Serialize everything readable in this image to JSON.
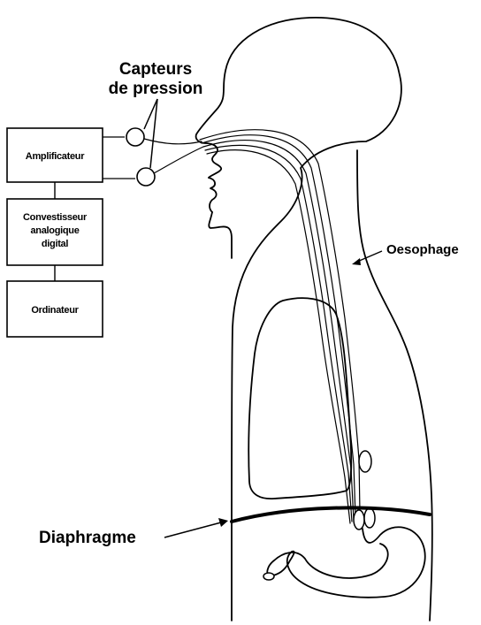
{
  "labels": {
    "sensors_line1": "Capteurs",
    "sensors_line2": "de pression",
    "esophagus": "Oesophage",
    "diaphragm": "Diaphragme"
  },
  "boxes": {
    "amplifier": "Amplificateur",
    "converter_line1": "Convestisseur",
    "converter_line2": "analogique",
    "converter_line3": "digital",
    "computer": "Ordinateur"
  }
}
